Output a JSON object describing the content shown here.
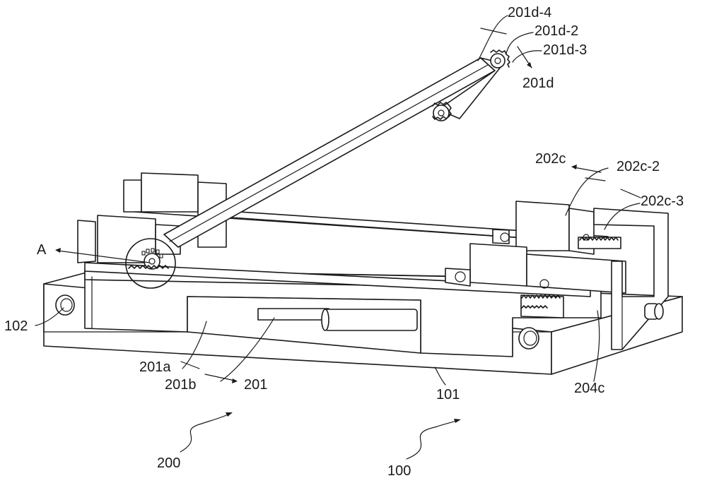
{
  "labels": {
    "l_201d_4": "201d-4",
    "l_201d_2": "201d-2",
    "l_201d_3": "201d-3",
    "l_201d": "201d",
    "l_202c": "202c",
    "l_202c_2": "202c-2",
    "l_202c_3": "202c-3",
    "l_A": "A",
    "l_102": "102",
    "l_201a": "201a",
    "l_201b": "201b",
    "l_201": "201",
    "l_101": "101",
    "l_204c": "204c",
    "l_200": "200",
    "l_100": "100"
  }
}
